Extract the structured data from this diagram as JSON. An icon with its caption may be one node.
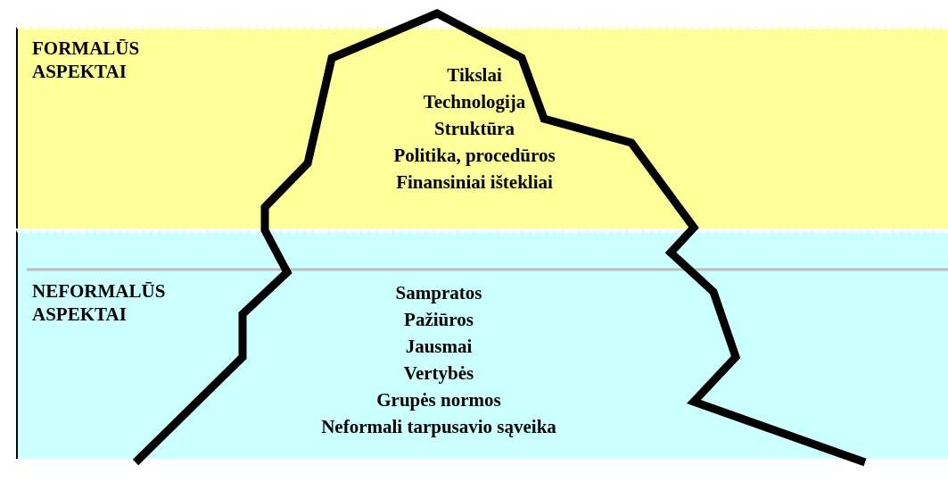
{
  "diagram": {
    "nodes": [
      {
        "text": [
          "FORMALŪS ASPEKTAI",
          "Tikslai",
          "Technologija",
          "Struktūra",
          "Politika, procedūros",
          "Finansiniai ištekliai"
        ]
      },
      {
        "text": [
          "NEFORMALŪS ASPEKTAI",
          "Sampratos",
          "Pažiūros",
          "Jausmai",
          "Vertybės",
          "Grupės normos",
          "Neformali tarpusavio sąveika"
        ]
      }
    ]
  }
}
